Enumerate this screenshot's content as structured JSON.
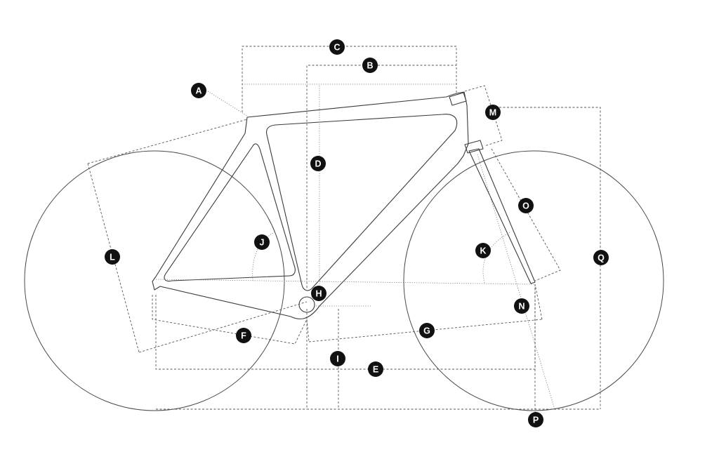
{
  "diagram": {
    "subject": "bicycle frame geometry",
    "labels": [
      "A",
      "B",
      "C",
      "D",
      "E",
      "F",
      "G",
      "H",
      "I",
      "J",
      "K",
      "L",
      "M",
      "N",
      "O",
      "P",
      "Q"
    ]
  }
}
